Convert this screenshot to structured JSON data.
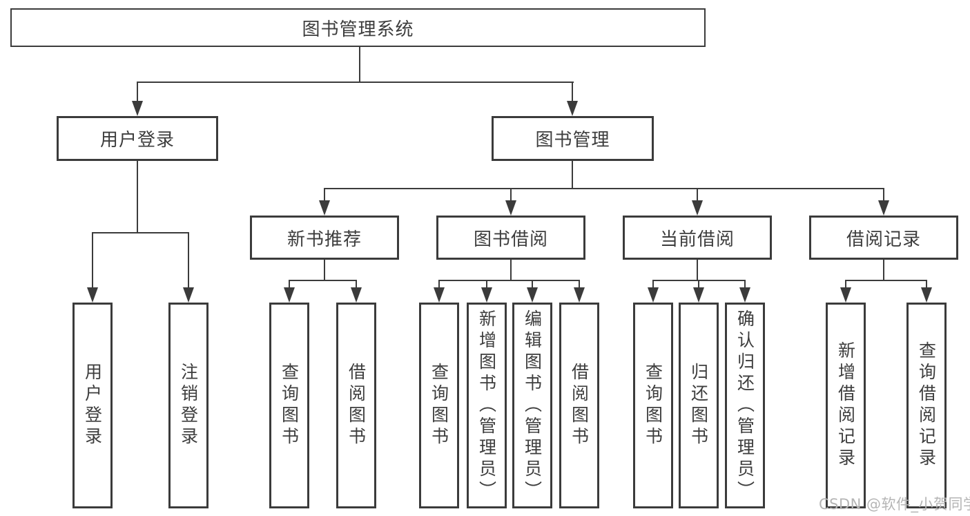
{
  "colors": {
    "line": "#3b3b3b",
    "text": "#3d3d3d",
    "background": "#ffffff",
    "watermark": "#b5b5b5"
  },
  "watermark": "CSDN @软件_小贺同学",
  "tree": {
    "label": "图书管理系统",
    "children": [
      {
        "label": "用户登录",
        "children": [
          {
            "label": "用户登录"
          },
          {
            "label": "注销登录"
          }
        ]
      },
      {
        "label": "图书管理",
        "children": [
          {
            "label": "新书推荐",
            "children": [
              {
                "label": "查询图书"
              },
              {
                "label": "借阅图书"
              }
            ]
          },
          {
            "label": "图书借阅",
            "children": [
              {
                "label": "查询图书"
              },
              {
                "label": "新增图书（管理员）"
              },
              {
                "label": "编辑图书（管理员）"
              },
              {
                "label": "借阅图书"
              }
            ]
          },
          {
            "label": "当前借阅",
            "children": [
              {
                "label": "查询图书"
              },
              {
                "label": "归还图书"
              },
              {
                "label": "确认归还（管理员）"
              }
            ]
          },
          {
            "label": "借阅记录",
            "children": [
              {
                "label": "新增借阅记录"
              },
              {
                "label": "查询借阅记录"
              }
            ]
          }
        ]
      }
    ]
  }
}
